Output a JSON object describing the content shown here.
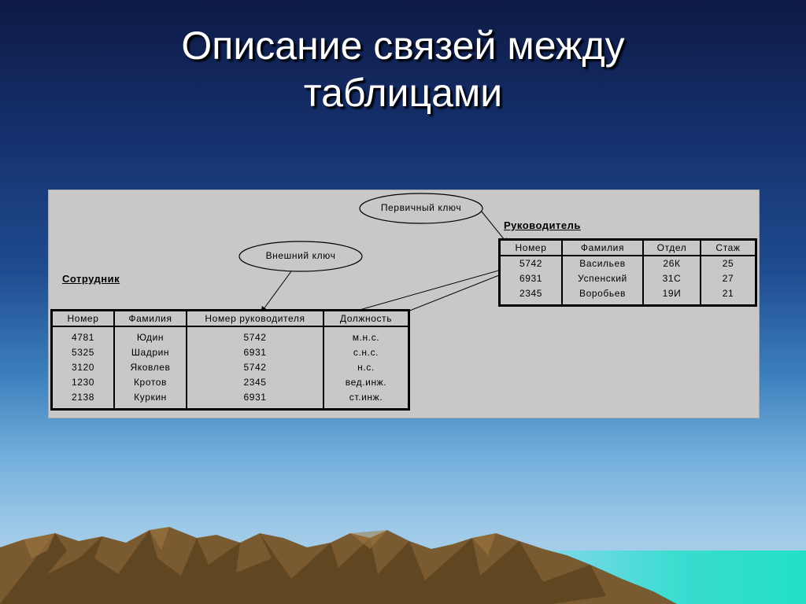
{
  "slide": {
    "title_line1": "Описание связей между",
    "title_line2": "таблицами"
  },
  "diagram": {
    "primary_key_label": "Первичный ключ",
    "foreign_key_label": "Внешний ключ",
    "employee_table": {
      "name": "Сотрудник",
      "headers": [
        "Номер",
        "Фамилия",
        "Номер руководителя",
        "Должность"
      ],
      "rows": [
        [
          "4781",
          "Юдин",
          "5742",
          "м.н.с."
        ],
        [
          "5325",
          "Шадрин",
          "6931",
          "с.н.с."
        ],
        [
          "3120",
          "Яковлев",
          "5742",
          "н.с."
        ],
        [
          "1230",
          "Кротов",
          "2345",
          "вед.инж."
        ],
        [
          "2138",
          "Куркин",
          "6931",
          "ст.инж."
        ]
      ]
    },
    "manager_table": {
      "name": "Руководитель",
      "headers": [
        "Номер",
        "Фамилия",
        "Отдел",
        "Стаж"
      ],
      "rows": [
        [
          "5742",
          "Васильев",
          "26К",
          "25"
        ],
        [
          "6931",
          "Успенский",
          "31С",
          "27"
        ],
        [
          "2345",
          "Воробьев",
          "19И",
          "21"
        ]
      ]
    }
  },
  "colors": {
    "title_text": "#ffffff",
    "panel_bg": "#c8c8c8",
    "mountain": "#7a5a30",
    "sea": "#30d8d0"
  }
}
